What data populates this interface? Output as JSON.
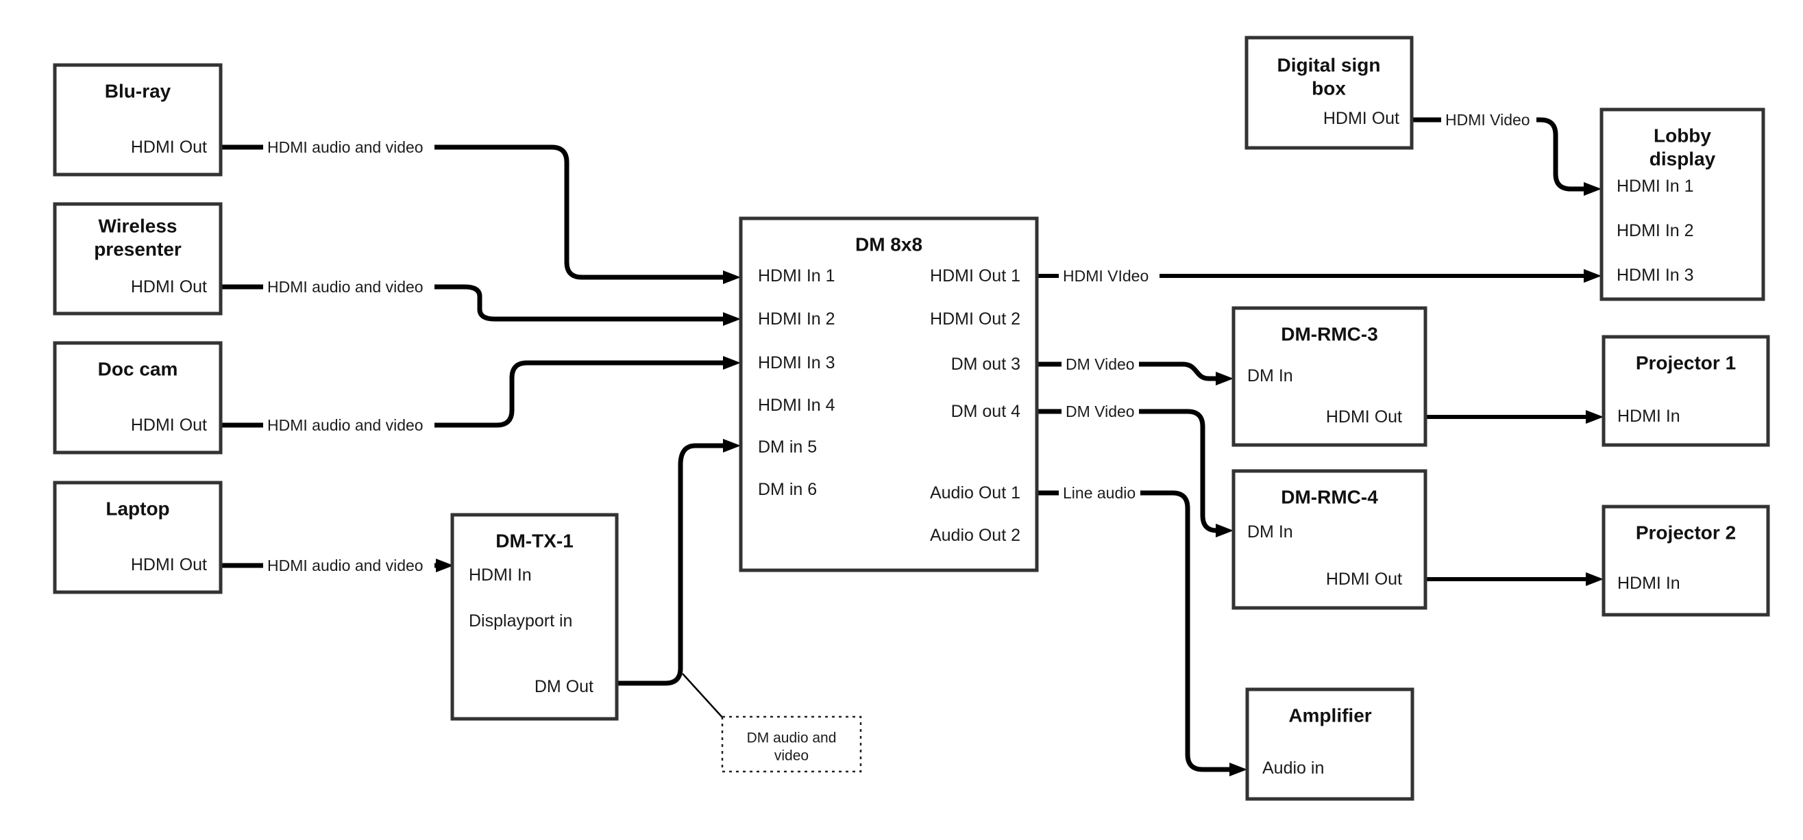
{
  "diagram": {
    "colors": {
      "background": "#ffffff",
      "cable": "#000000",
      "box_border": "#333333",
      "text": "#1a1a1a"
    },
    "nodes": {
      "bluray": {
        "title": "Blu-ray",
        "port_hdmi_out": "HDMI Out"
      },
      "wireless": {
        "title_line1": "Wireless",
        "title_line2": "presenter",
        "port_hdmi_out": "HDMI Out"
      },
      "doccam": {
        "title": "Doc cam",
        "port_hdmi_out": "HDMI Out"
      },
      "laptop": {
        "title": "Laptop",
        "port_hdmi_out": "HDMI Out"
      },
      "dmtx1": {
        "title": "DM-TX-1",
        "port_hdmi_in": "HDMI In",
        "port_displayport_in": "Displayport in",
        "port_dm_out": "DM Out"
      },
      "dm8x8": {
        "title": "DM 8x8",
        "port_hdmi_in_1": "HDMI In 1",
        "port_hdmi_in_2": "HDMI In 2",
        "port_hdmi_in_3": "HDMI In 3",
        "port_hdmi_in_4": "HDMI In 4",
        "port_dm_in_5": "DM in 5",
        "port_dm_in_6": "DM in 6",
        "port_hdmi_out_1": "HDMI Out 1",
        "port_hdmi_out_2": "HDMI Out 2",
        "port_dm_out_3": "DM out 3",
        "port_dm_out_4": "DM out 4",
        "port_audio_out_1": "Audio Out 1",
        "port_audio_out_2": "Audio Out 2"
      },
      "digital_sign": {
        "title_line1": "Digital sign",
        "title_line2": "box",
        "port_hdmi_out": "HDMI Out"
      },
      "lobby": {
        "title_line1": "Lobby",
        "title_line2": "display",
        "port_hdmi_in_1": "HDMI In 1",
        "port_hdmi_in_2": "HDMI In 2",
        "port_hdmi_in_3": "HDMI In 3"
      },
      "dmrmc3": {
        "title": "DM-RMC-3",
        "port_dm_in": "DM In",
        "port_hdmi_out": "HDMI Out"
      },
      "projector1": {
        "title": "Projector 1",
        "port_hdmi_in": "HDMI In"
      },
      "dmrmc4": {
        "title": "DM-RMC-4",
        "port_dm_in": "DM In",
        "port_hdmi_out": "HDMI Out"
      },
      "projector2": {
        "title": "Projector 2",
        "port_hdmi_in": "HDMI In"
      },
      "amplifier": {
        "title": "Amplifier",
        "port_audio_in": "Audio in"
      }
    },
    "cable_labels": {
      "bluray_av": "HDMI audio and video",
      "wireless_av": "HDMI audio and video",
      "doccam_av": "HDMI audio and video",
      "laptop_av": "HDMI audio and video",
      "hdmi_video_out1": "HDMI VIdeo",
      "dm_video_out3": "DM Video",
      "dm_video_out4": "DM Video",
      "line_audio": "Line audio",
      "sign_hdmi_video": "HDMI Video"
    },
    "note": {
      "line1": "DM audio and",
      "line2": "video"
    }
  }
}
